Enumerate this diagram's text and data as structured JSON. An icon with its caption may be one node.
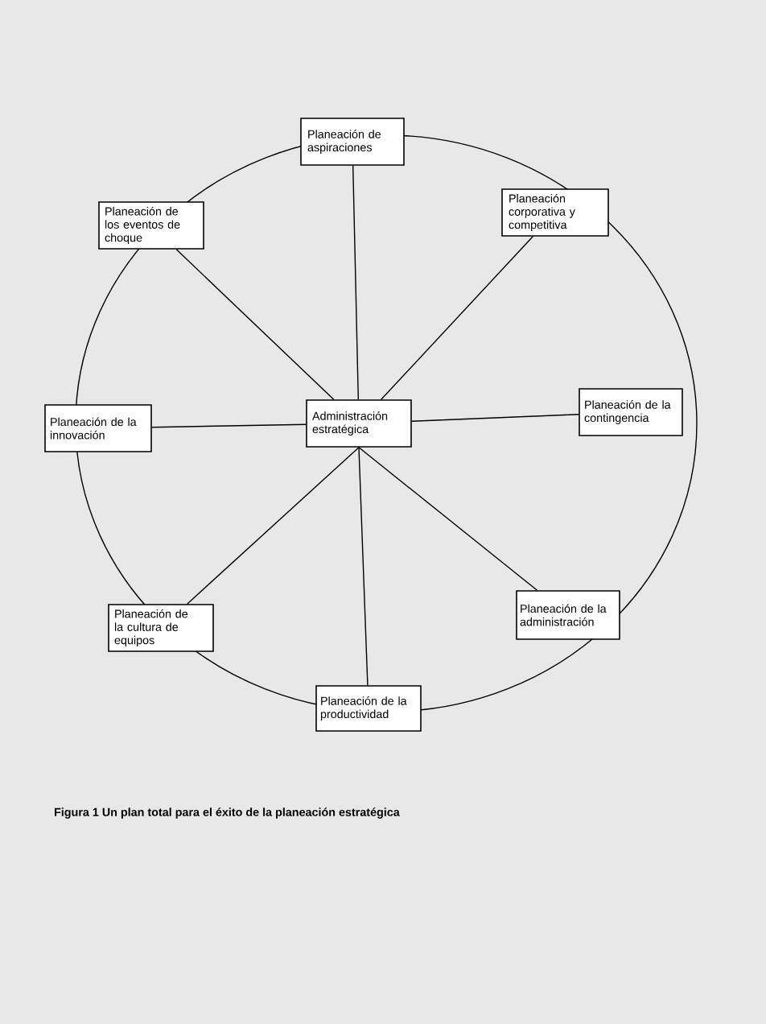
{
  "diagram": {
    "caption": "Figura 1  Un plan total para el éxito de la planeación estratégica",
    "nodes": [
      {
        "text": [
          "Planeación de aspiraciones"
        ]
      },
      {
        "text": [
          "Planeación de los eventos de choque"
        ]
      },
      {
        "text": [
          "Planeación corporativa y competitiva"
        ]
      },
      {
        "text": [
          "Planeación de la innovación"
        ]
      },
      {
        "text": [
          "Administración estratégica"
        ]
      },
      {
        "text": [
          "Planeación de la contingencia"
        ]
      },
      {
        "text": [
          "Planeación de la cultura de equipos"
        ]
      },
      {
        "text": [
          "Planeación de la administración"
        ]
      },
      {
        "text": [
          "Planeación de la productividad"
        ]
      }
    ],
    "edges": [
      {
        "from": 4,
        "to": 0,
        "arrow": "none"
      },
      {
        "from": 4,
        "to": 1,
        "arrow": "none"
      },
      {
        "from": 4,
        "to": 2,
        "arrow": "none"
      },
      {
        "from": 4,
        "to": 3,
        "arrow": "none"
      },
      {
        "from": 4,
        "to": 5,
        "arrow": "none"
      },
      {
        "from": 4,
        "to": 6,
        "arrow": "none"
      },
      {
        "from": 4,
        "to": 7,
        "arrow": "none"
      },
      {
        "from": 4,
        "to": 8,
        "arrow": "none"
      }
    ]
  }
}
